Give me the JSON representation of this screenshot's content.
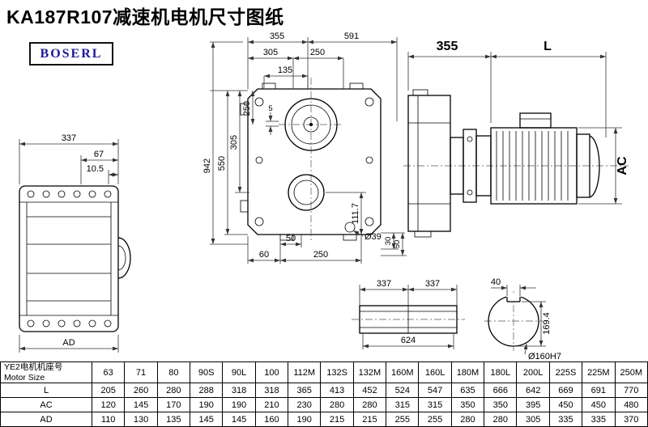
{
  "header": {
    "title": "KA187R107减速机电机尺寸图纸",
    "brand": "BOSERL"
  },
  "dims": {
    "main_355": "355",
    "main_591": "591",
    "main_305_top": "305",
    "main_250_top": "250",
    "main_135": "135",
    "main_250_left": "250",
    "main_5": "5",
    "main_305_left": "305",
    "main_550": "550",
    "main_942": "942",
    "main_111_7": "111.7",
    "main_50_bottom": "50",
    "main_60": "60",
    "main_250_bottom": "250",
    "main_shaft_dia": "Ø39",
    "main_30": "30",
    "main_50_right": "50",
    "left_337": "337",
    "left_67": "67",
    "left_10_5": "10.5",
    "left_ad": "AD",
    "right_355": "355",
    "right_l": "L",
    "right_ac": "AC",
    "shaft_337_a": "337",
    "shaft_337_b": "337",
    "shaft_624": "624",
    "bore_40": "40",
    "bore_169_4": "169.4",
    "bore_dia": "Ø160H7"
  },
  "table": {
    "row_header_cn": "YE2电机机座号",
    "row_header_en": "Motor Size",
    "columns": [
      "63",
      "71",
      "80",
      "90S",
      "90L",
      "100",
      "112M",
      "132S",
      "132M",
      "160M",
      "160L",
      "180M",
      "180L",
      "200L",
      "225S",
      "225M",
      "250M"
    ],
    "rows": [
      {
        "label": "L",
        "values": [
          "205",
          "260",
          "280",
          "288",
          "318",
          "318",
          "365",
          "413",
          "452",
          "524",
          "547",
          "635",
          "666",
          "642",
          "669",
          "691",
          "770"
        ]
      },
      {
        "label": "AC",
        "values": [
          "120",
          "145",
          "170",
          "190",
          "190",
          "210",
          "230",
          "280",
          "280",
          "315",
          "315",
          "350",
          "350",
          "395",
          "450",
          "450",
          "480"
        ]
      },
      {
        "label": "AD",
        "values": [
          "110",
          "130",
          "135",
          "145",
          "145",
          "160",
          "190",
          "215",
          "215",
          "255",
          "255",
          "280",
          "280",
          "305",
          "335",
          "335",
          "370"
        ]
      }
    ]
  }
}
